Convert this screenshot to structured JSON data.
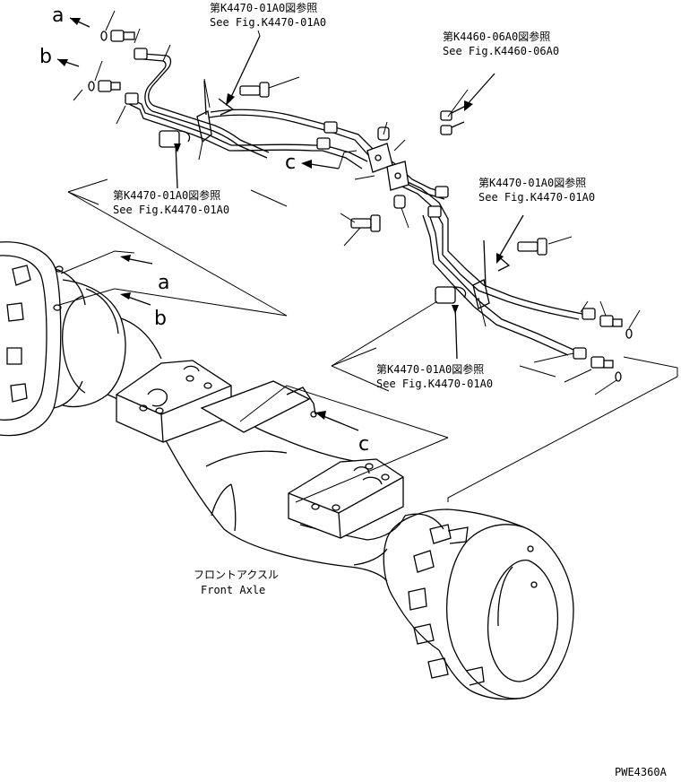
{
  "callouts": {
    "a_top": "a",
    "b_top": "b",
    "a_axle": "a",
    "b_axle": "b",
    "c_left": "c",
    "c_axle": "c"
  },
  "refs": {
    "k4470_top_jp": "第K4470-01A0図参照",
    "k4470_top_en": "See Fig.K4470-01A0",
    "k4460_jp": "第K4460-06A0図参照",
    "k4460_en": "See Fig.K4460-06A0",
    "k4470_left_jp": "第K4470-01A0図参照",
    "k4470_left_en": "See Fig.K4470-01A0",
    "k4470_right_jp": "第K4470-01A0図参照",
    "k4470_right_en": "See Fig.K4470-01A0",
    "k4470_mid_jp": "第K4470-01A0図参照",
    "k4470_mid_en": "See Fig.K4470-01A0"
  },
  "axle_label": {
    "jp": "フロントアクスル",
    "en": "Front Axle"
  },
  "drawing_id": "PWE4360A"
}
